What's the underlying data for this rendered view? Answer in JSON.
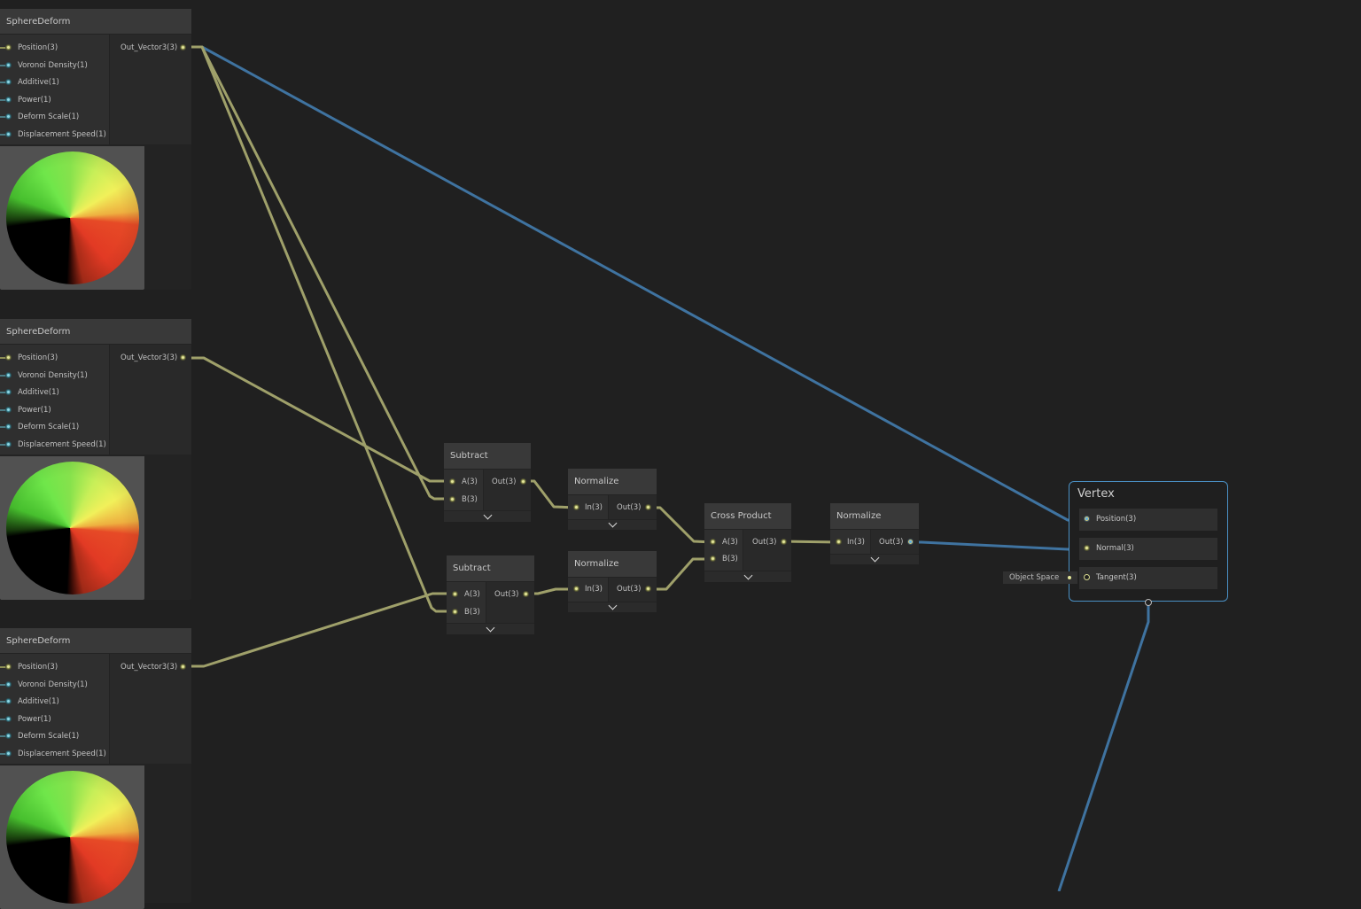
{
  "canvas": {
    "background": "#202020",
    "wire_colors": {
      "vector3": "#9fa06a",
      "connected_vector": "#3f73a0"
    }
  },
  "sphere_deform_nodes": [
    {
      "title": "SphereDeform",
      "inputs": [
        "Position(3)",
        "Voronoi Density(1)",
        "Additive(1)",
        "Power(1)",
        "Deform Scale(1)",
        "Displacement Speed(1)"
      ],
      "output": "Out_Vector3(3)",
      "preview": "sphere-preview"
    },
    {
      "title": "SphereDeform",
      "inputs": [
        "Position(3)",
        "Voronoi Density(1)",
        "Additive(1)",
        "Power(1)",
        "Deform Scale(1)",
        "Displacement Speed(1)"
      ],
      "output": "Out_Vector3(3)",
      "preview": "sphere-preview"
    },
    {
      "title": "SphereDeform",
      "inputs": [
        "Position(3)",
        "Voronoi Density(1)",
        "Additive(1)",
        "Power(1)",
        "Deform Scale(1)",
        "Displacement Speed(1)"
      ],
      "output": "Out_Vector3(3)",
      "preview": "sphere-preview"
    }
  ],
  "subtract_1": {
    "title": "Subtract",
    "inputs": [
      "A(3)",
      "B(3)"
    ],
    "output": "Out(3)",
    "expand_icon": "chevron-down"
  },
  "subtract_2": {
    "title": "Subtract",
    "inputs": [
      "A(3)",
      "B(3)"
    ],
    "output": "Out(3)",
    "expand_icon": "chevron-down"
  },
  "normalize_1": {
    "title": "Normalize",
    "input": "In(3)",
    "output": "Out(3)",
    "expand_icon": "chevron-down"
  },
  "normalize_2": {
    "title": "Normalize",
    "input": "In(3)",
    "output": "Out(3)",
    "expand_icon": "chevron-down"
  },
  "cross_product": {
    "title": "Cross Product",
    "inputs": [
      "A(3)",
      "B(3)"
    ],
    "output": "Out(3)",
    "expand_icon": "chevron-down"
  },
  "normalize_3": {
    "title": "Normalize",
    "input": "In(3)",
    "output": "Out(3)",
    "expand_icon": "chevron-down"
  },
  "vertex": {
    "title": "Vertex",
    "ports": [
      "Position(3)",
      "Normal(3)",
      "Tangent(3)"
    ],
    "border_color": "#4a90c4"
  },
  "tangent_default": {
    "label": "Object Space"
  }
}
